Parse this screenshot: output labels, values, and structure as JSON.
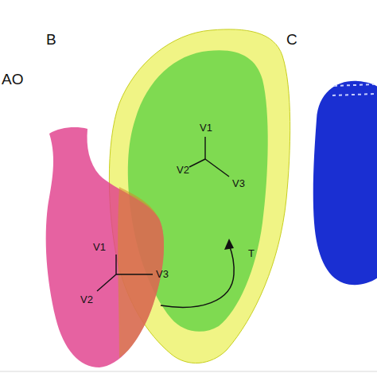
{
  "diagram": {
    "labels": [
      "AO",
      "B",
      "C",
      "V1",
      "V2",
      "V3",
      "V1",
      "V2",
      "V3",
      "T"
    ]
  }
}
